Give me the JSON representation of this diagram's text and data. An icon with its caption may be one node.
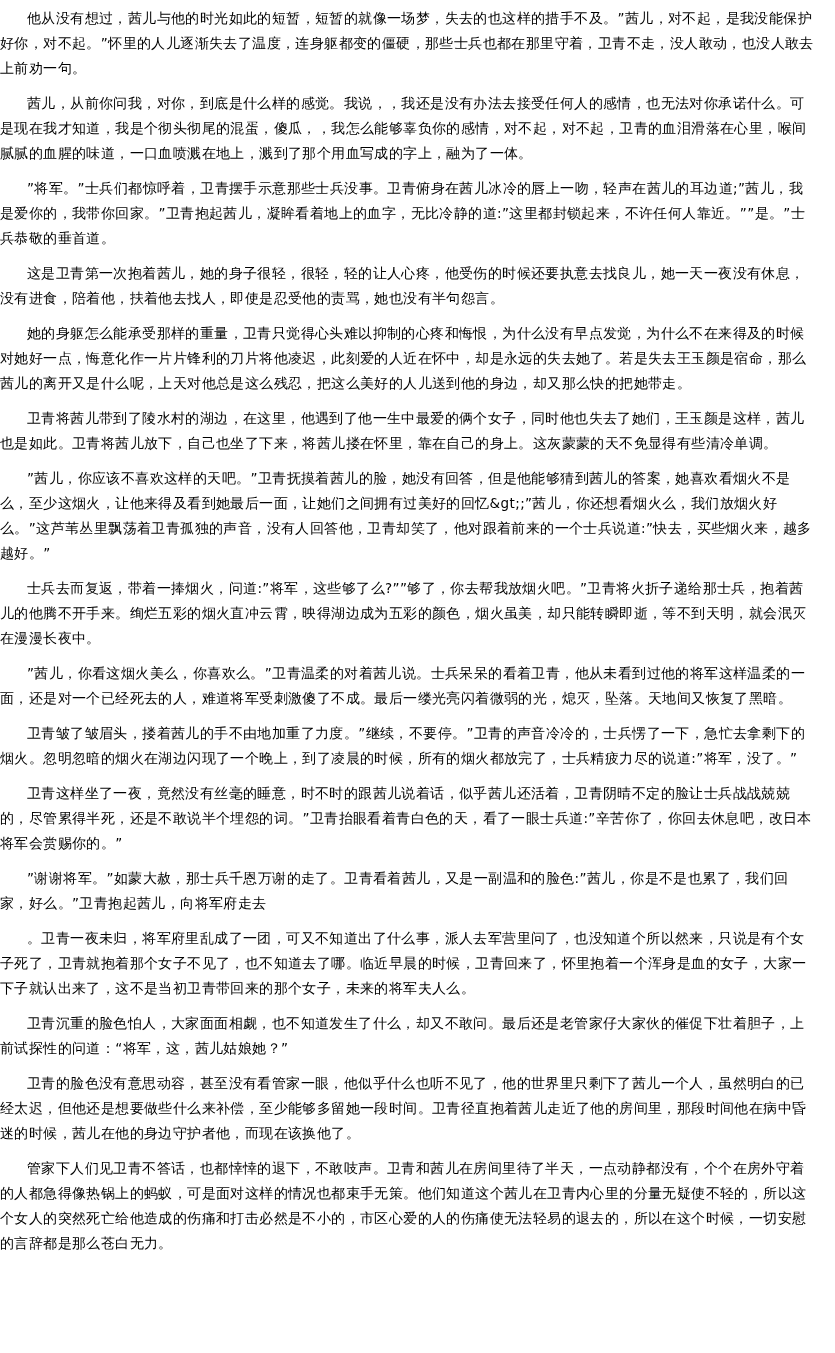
{
  "diagram": {
    "labels": [
      "他从没有想过，茜儿与他的时光如此的短暂，短暂的就像一场梦，失去的也这样的措手不及。”茜儿，对不起，是我没能保护好你，对不起。”怀里的人儿逐渐失去了温度，连身躯都变的僵硬，那些士兵也都在那里守着，卫青不走，没人敢动，也没人敢去上前劝一句。",
      "茜儿，从前你问我，对你，到底是什么样的感觉。我说，，我还是没有办法去接受任何人的感情，也无法对你承诺什么。可是现在我才知道，我是个彻头彻尾的混蛋，傻瓜，，我怎么能够辜负你的感情，对不起，对不起，卫青的血泪滑落在心里，喉间腻腻的血腥的味道，一口血喷溅在地上，溅到了那个用血写成的字上，融为了一体。",
      "”将军。”士兵们都惊呼着，卫青摆手示意那些士兵没事。卫青俯身在茜儿冰冷的唇上一吻，轻声在茜儿的耳边道;”茜儿，我是爱你的，我带你回家。”卫青抱起茜儿，凝眸看着地上的血字，无比冷静的道:”这里都封锁起来，不许任何人靠近。””是。”士兵恭敬的垂首道。",
      "这是卫青第一次抱着茜儿，她的身子很轻，很轻，轻的让人心疼，他受伤的时候还要执意去找良儿，她一天一夜没有休息，没有进食，陪着他，扶着他去找人，即使是忍受他的责骂，她也没有半句怨言。",
      "她的身躯怎么能承受那样的重量，卫青只觉得心头难以抑制的心疼和悔恨，为什么没有早点发觉，为什么不在来得及的时候对她好一点，悔意化作一片片锋利的刀片将他凌迟，此刻爱的人近在怀中，却是永远的失去她了。若是失去王玉颜是宿命，那么茜儿的离开又是什么呢，上天对他总是这么残忍，把这么美好的人儿送到他的身边，却又那么快的把她带走。",
      "卫青将茜儿带到了陵水村的湖边，在这里，他遇到了他一生中最爱的俩个女子，同时他也失去了她们，王玉颜是这样，茜儿也是如此。卫青将茜儿放下，自己也坐了下来，将茜儿搂在怀里，靠在自己的身上。这灰蒙蒙的天不免显得有些清冷单调。",
      "”茜儿，你应该不喜欢这样的天吧。”卫青抚摸着茜儿的脸，她没有回答，但是他能够猜到茜儿的答案，她喜欢看烟火不是么，至少这烟火，让他来得及看到她最后一面，让她们之间拥有过美好的回忆&gt;;”茜儿，你还想看烟火么，我们放烟火好么。”这芦苇丛里飘荡着卫青孤独的声音，没有人回答他，卫青却笑了，他对跟着前来的一个士兵说道:”快去，买些烟火来，越多越好。”",
      "士兵去而复返，带着一捧烟火，问道:”将军，这些够了么?””够了，你去帮我放烟火吧。”卫青将火折子递给那士兵，抱着茜儿的他腾不开手来。绚烂五彩的烟火直冲云霄，映得湖边成为五彩的颜色，烟火虽美，却只能转瞬即逝，等不到天明，就会泯灭在漫漫长夜中。",
      "”茜儿，你看这烟火美么，你喜欢么。”卫青温柔的对着茜儿说。士兵呆呆的看着卫青，他从未看到过他的将军这样温柔的一面，还是对一个已经死去的人，难道将军受刺激傻了不成。最后一缕光亮闪着微弱的光，熄灭，坠落。天地间又恢复了黑暗。",
      "卫青皱了皱眉头，搂着茜儿的手不由地加重了力度。”继续，不要停。”卫青的声音冷冷的，士兵愣了一下，急忙去拿剩下的烟火。忽明忽暗的烟火在湖边闪现了一个晚上，到了凌晨的时候，所有的烟火都放完了，士兵精疲力尽的说道:”将军，没了。”",
      "卫青这样坐了一夜，竟然没有丝毫的睡意，时不时的跟茜儿说着话，似乎茜儿还活着，卫青阴晴不定的脸让士兵战战兢兢的，尽管累得半死，还是不敢说半个埋怨的词。”卫青抬眼看着青白色的天，看了一眼士兵道:”辛苦你了，你回去休息吧，改日本将军会赏赐你的。”",
      "”谢谢将军。”如蒙大赦，那士兵千恩万谢的走了。卫青看着茜儿，又是一副温和的脸色:”茜儿，你是不是也累了，我们回家，好么。”卫青抱起茜儿，向将军府走去",
      "。卫青一夜未归，将军府里乱成了一团，可又不知道出了什么事，派人去军营里问了，也没知道个所以然来，只说是有个女子死了，卫青就抱着那个女子不见了，也不知道去了哪。临近早晨的时候，卫青回来了，怀里抱着一个浑身是血的女子，大家一下子就认出来了，这不是当初卫青带回来的那个女子，未来的将军夫人么。",
      "卫青沉重的脸色怕人，大家面面相觑，也不知道发生了什么，却又不敢问。最后还是老管家仔大家伙的催促下壮着胆子，上前试探性的问道：“将军，这，茜儿姑娘她？”",
      "卫青的脸色没有意思动容，甚至没有看管家一眼，他似乎什么也听不见了，他的世界里只剩下了茜儿一个人，虽然明白的已经太迟，但他还是想要做些什么来补偿，至少能够多留她一段时间。卫青径直抱着茜儿走近了他的房间里，那段时间他在病中昏迷的时候，茜儿在他的身边守护者他，而现在该换他了。",
      "管家下人们见卫青不答话，也都悻悻的退下，不敢吱声。卫青和茜儿在房间里待了半天，一点动静都没有，个个在房外守着的人都急得像热锅上的蚂蚁，可是面对这样的情况也都束手无策。他们知道这个茜儿在卫青内心里的分量无疑使不轻的，所以这个女人的突然死亡给他造成的伤痛和打击必然是不小的，市区心爱的人的伤痛使无法轻易的退去的，所以在这个时候，一切安慰的言辞都是那么苍白无力。"
    ]
  }
}
